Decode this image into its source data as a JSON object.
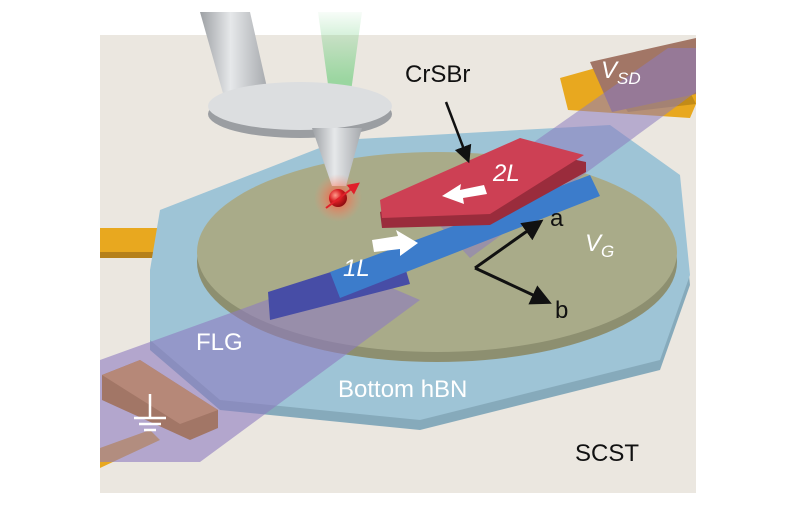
{
  "labels": {
    "material": "CrSBr",
    "bilayer": "2L",
    "monolayer": "1L",
    "gate_main": "V",
    "gate_sub": "G",
    "sd_main": "V",
    "sd_sub": "SD",
    "axis_a": "a",
    "axis_b": "b",
    "flg": "FLG",
    "hbn": "Bottom hBN",
    "scst": "SCST"
  },
  "colors": {
    "background_panel": "#ebe7e0",
    "hbn_flake": "#9ec4d6",
    "gate_disk_top": "#a9ab89",
    "gate_disk_side": "#8d8f70",
    "flg_strip": "#8d7cc0",
    "electrode": "#e8a81f",
    "contact_pad": "#a27666",
    "monolayer_blue": "#3c7ccb",
    "monolayer_dark": "#474da6",
    "bilayer_red": "#cd4054",
    "bilayer_red_side": "#9a2c3c",
    "laser_green": "#7fd08a",
    "nv_red": "#d81e22"
  },
  "icons": [
    "ground-symbol-icon",
    "spin-arrow-icon",
    "magnetization-arrow-icon",
    "axis-arrow-icon"
  ]
}
